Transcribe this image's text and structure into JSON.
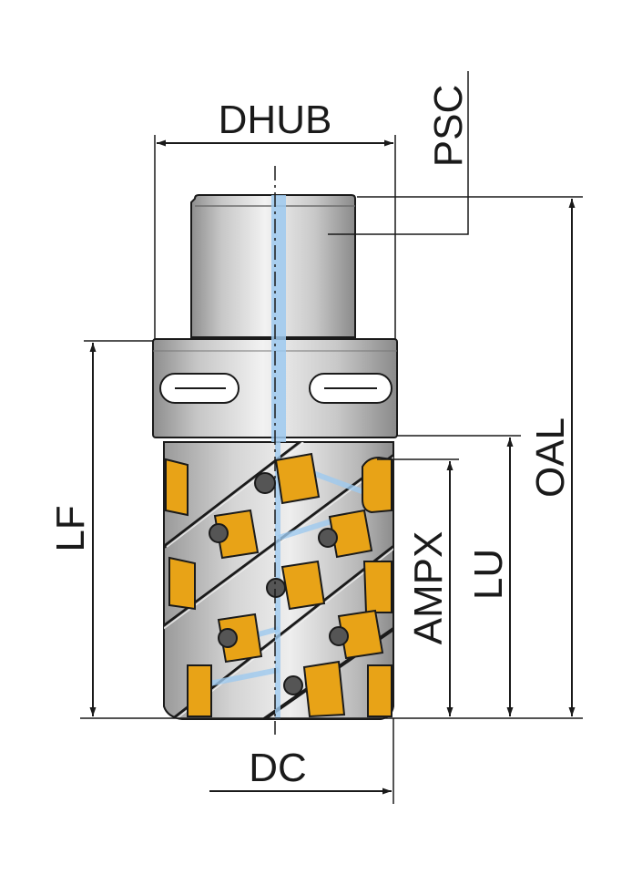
{
  "diagram": {
    "labels": {
      "dhub": "DHUB",
      "psc": "PSC",
      "oal": "OAL",
      "lf": "LF",
      "ampx": "AMPX",
      "lu": "LU",
      "dc": "DC"
    },
    "colors": {
      "insert": "#e8a317",
      "insert_edge": "#b07a10",
      "body_light": "#ececec",
      "body_mid": "#c6c6c6",
      "body_dark": "#8e8e8e",
      "coolant": "#9ec9ef",
      "line": "#1a1a1a"
    }
  }
}
